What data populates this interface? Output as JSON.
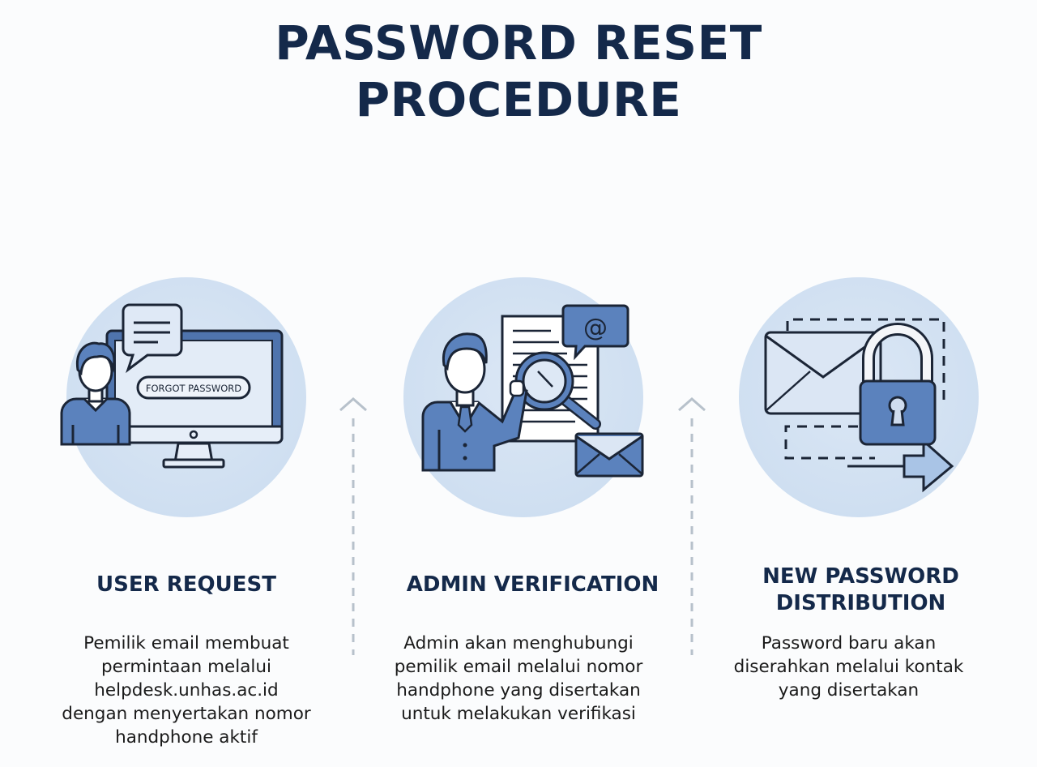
{
  "title": {
    "line1": "PASSWORD RESET",
    "line2": "PROCEDURE"
  },
  "colors": {
    "title": "#14294a",
    "circle_bg": "#cfdff1",
    "icon_fill": "#5b82bd",
    "icon_stroke": "#1b2536",
    "connector": "#b7c1cb"
  },
  "steps": [
    {
      "heading_lines": [
        "USER REQUEST"
      ],
      "icon": "user-computer-icon",
      "screen_button_label": "FORGOT PASSWORD",
      "description_lines": [
        "Pemilik email membuat",
        "permintaan melalui",
        "helpdesk.unhas.ac.id",
        "dengan menyertakan nomor",
        "handphone aktif"
      ]
    },
    {
      "heading_lines": [
        "ADMIN VERIFICATION"
      ],
      "icon": "admin-verification-icon",
      "at_symbol": "@",
      "description_lines": [
        "Admin akan menghubungi",
        "pemilik email melalui nomor",
        "handphone yang disertakan",
        "untuk melakukan verifikasi"
      ]
    },
    {
      "heading_lines": [
        "NEW PASSWORD",
        "DISTRIBUTION"
      ],
      "icon": "email-lock-icon",
      "description_lines": [
        "Password baru akan",
        "diserahkan melalui kontak",
        "yang disertakan"
      ]
    }
  ],
  "connectors": [
    {
      "icon": "dashed-arrow-up-icon"
    },
    {
      "icon": "dashed-arrow-up-icon"
    }
  ]
}
